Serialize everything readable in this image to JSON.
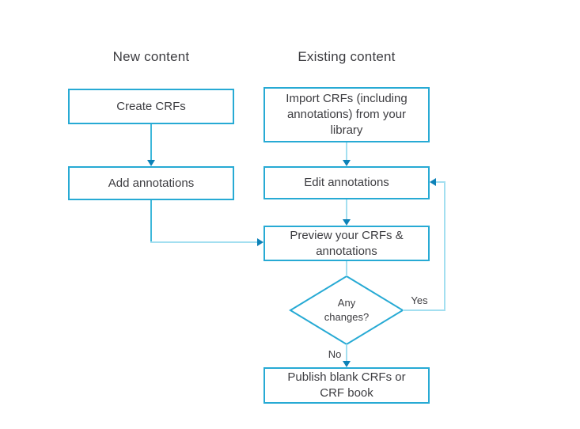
{
  "diagram": {
    "columns": [
      {
        "header": "New content"
      },
      {
        "header": "Existing content"
      }
    ],
    "nodes": {
      "create": {
        "label": "Create CRFs"
      },
      "add": {
        "label": "Add annotations"
      },
      "import": {
        "label": "Import CRFs (including annotations) from your library"
      },
      "edit": {
        "label": "Edit annotations"
      },
      "preview": {
        "label": "Preview your CRFs & annotations"
      },
      "decision": {
        "label": "Any changes?"
      },
      "publish": {
        "label": "Publish blank CRFs or CRF book"
      }
    },
    "edge_labels": {
      "yes": "Yes",
      "no": "No"
    }
  },
  "colors": {
    "background": "#ffffff",
    "boxBorder": "#27aad4",
    "connector": "#a3dff0",
    "connectorStrong": "#3db7da",
    "arrowhead": "#0d82b8",
    "text": "#3d3d41"
  }
}
